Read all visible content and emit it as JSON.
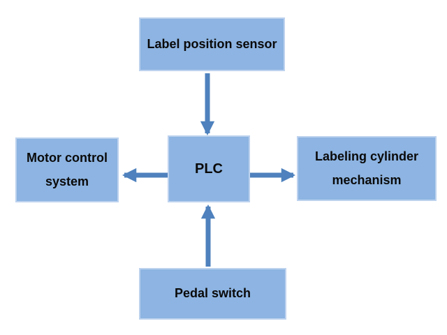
{
  "diagram": {
    "nodes": [
      {
        "id": "label-position-sensor",
        "label": "Label position sensor"
      },
      {
        "id": "motor-control-system",
        "label": "Motor control\nsystem"
      },
      {
        "id": "plc",
        "label": "PLC"
      },
      {
        "id": "labeling-cylinder-mechanism",
        "label": "Labeling cylinder\nmechanism"
      },
      {
        "id": "pedal-switch",
        "label": "Pedal switch"
      }
    ],
    "edges": [
      {
        "from": "label-position-sensor",
        "to": "plc",
        "direction": "down"
      },
      {
        "from": "plc",
        "to": "motor-control-system",
        "direction": "left"
      },
      {
        "from": "plc",
        "to": "labeling-cylinder-mechanism",
        "direction": "right"
      },
      {
        "from": "pedal-switch",
        "to": "plc",
        "direction": "up"
      }
    ],
    "theme": {
      "box_fill": "#8db4e2",
      "box_border": "#bdd2ee",
      "arrow_color": "#4e81bd",
      "text_color": "#0a0a0a",
      "background": "#ffffff"
    }
  }
}
